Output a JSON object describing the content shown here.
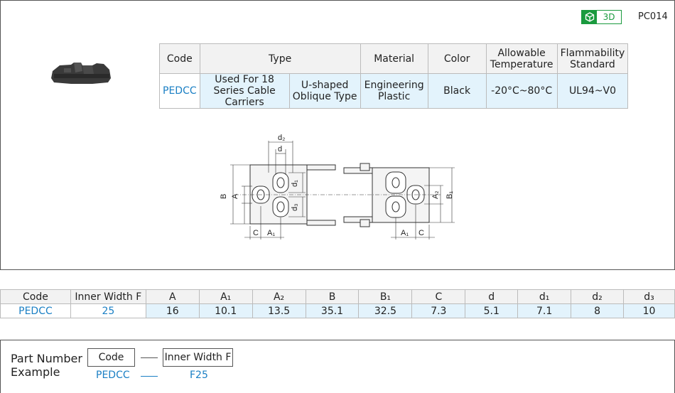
{
  "header": {
    "badge_label": "3D",
    "series_code": "PC014"
  },
  "spec_table": {
    "headers": {
      "code": "Code",
      "type": "Type",
      "material": "Material",
      "color": "Color",
      "temperature": "Allowable Temperature",
      "flammability": "Flammability Standard"
    },
    "row": {
      "code": "PEDCC",
      "type_1": "Used For 18 Series Cable Carriers",
      "type_2": "U-shaped Oblique Type",
      "material": "Engineering Plastic",
      "color": "Black",
      "temperature": "-20°C~80°C",
      "flammability": "UL94~V0"
    }
  },
  "drawing_labels": {
    "d2": "d₂",
    "d": "d",
    "d1": "d₁",
    "d3": "d₃",
    "B": "B",
    "A": "A",
    "C": "C",
    "A1": "A₁",
    "A2": "A₂",
    "B1": "B₁"
  },
  "dims_table": {
    "headers": [
      "Code",
      "Inner Width F",
      "A",
      "A₁",
      "A₂",
      "B",
      "B₁",
      "C",
      "d",
      "d₁",
      "d₂",
      "d₃"
    ],
    "values": [
      "PEDCC",
      "25",
      "16",
      "10.1",
      "13.5",
      "35.1",
      "32.5",
      "7.3",
      "5.1",
      "7.1",
      "8",
      "10"
    ]
  },
  "part_number": {
    "label": "Part Number Example",
    "box_code": "Code",
    "box_width": "Inner Width F",
    "example_code": "PEDCC",
    "example_width": "F25"
  },
  "colors": {
    "accent_blue": "#1a7fc4",
    "badge_green": "#1a9a3e",
    "cell_blue": "#e3f3fc"
  }
}
